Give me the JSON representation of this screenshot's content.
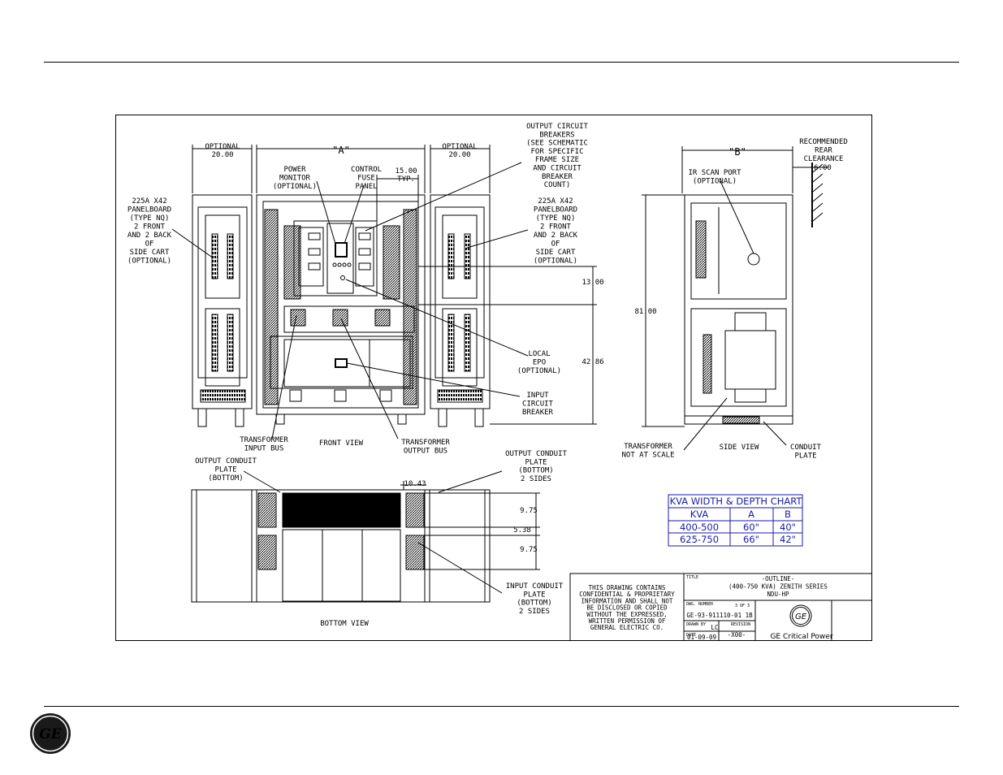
{
  "front_view": {
    "title": "FRONT VIEW",
    "dim_optional_left": "OPTIONAL",
    "dim_20_left": "20.00",
    "dim_a": "\"A\"",
    "dim_optional_right": "OPTIONAL",
    "dim_20_right": "20.00",
    "dim_15": "15.00",
    "dim_typ": "TYP.",
    "dim_13": "13.00",
    "dim_42": "42.86",
    "power_monitor": [
      "POWER",
      "MONITOR",
      "(OPTIONAL)"
    ],
    "control_fuse": [
      "CONTROL",
      "FUSE",
      "PANEL"
    ],
    "output_breakers": [
      "OUTPUT CIRCUIT",
      "BREAKERS",
      "(SEE SCHEMATIC",
      "FOR SPECIFIC",
      "FRAME SIZE",
      "AND CIRCUIT",
      "BREAKER",
      "COUNT)"
    ],
    "panelboard_left": [
      "225A X42",
      "PANELBOARD",
      "(TYPE NQ)",
      "2 FRONT",
      "AND 2 BACK",
      "OF",
      "SIDE CART",
      "(OPTIONAL)"
    ],
    "panelboard_right": [
      "225A X42",
      "PANELBOARD",
      "(TYPE NQ)",
      "2 FRONT",
      "AND 2 BACK",
      "OF",
      "SIDE CART",
      "(OPTIONAL)"
    ],
    "local_epo": [
      "LOCAL",
      "EPO",
      "(OPTIONAL)"
    ],
    "input_breaker": [
      "INPUT",
      "CIRCUIT",
      "BREAKER"
    ],
    "transformer_input_bus": [
      "TRANSFORMER",
      "INPUT BUS"
    ],
    "transformer_output_bus": [
      "TRANSFORMER",
      "OUTPUT BUS"
    ]
  },
  "side_view": {
    "title": "SIDE VIEW",
    "dim_b": "\"B\"",
    "rear_clearance": [
      "RECOMMENDED",
      "REAR",
      "CLEARANCE"
    ],
    "dim_6": "6.00",
    "ir_scan": [
      "IR SCAN PORT",
      "(OPTIONAL)"
    ],
    "dim_81": "81.00",
    "transformer_note": [
      "TRANSFORMER",
      "NOT AT SCALE"
    ],
    "conduit_plate": [
      "CONDUIT",
      "PLATE"
    ]
  },
  "bottom_view": {
    "title": "BOTTOM VIEW",
    "output_conduit_left": [
      "OUTPUT CONDUIT",
      "PLATE",
      "(BOTTOM)"
    ],
    "output_conduit_right": [
      "OUTPUT CONDUIT",
      "PLATE",
      "(BOTTOM)",
      "2 SIDES"
    ],
    "input_conduit": [
      "INPUT CONDUIT",
      "PLATE",
      "(BOTTOM)",
      "2 SIDES"
    ],
    "dim_1043": "10.43",
    "dim_975a": "9.75",
    "dim_538": "5.38",
    "dim_975b": "9.75"
  },
  "kva_chart": {
    "title": "KVA WIDTH & DEPTH CHART",
    "headers": [
      "KVA",
      "A",
      "B"
    ],
    "rows": [
      [
        "400-500",
        "60\"",
        "40\""
      ],
      [
        "625-750",
        "66\"",
        "42\""
      ]
    ],
    "color": "#1a1aa8"
  },
  "title_block": {
    "notice": [
      "THIS DRAWING CONTAINS",
      "CONFIDENTIAL & PROPRIETARY",
      "INFORMATION AND SHALL NOT",
      "BE DISCLOSED OR COPIED",
      "WITHOUT THE EXPRESSED,",
      "WRITTEN PERMISSION OF",
      "GENERAL ELECTRIC CO."
    ],
    "title_label": "TITLE",
    "title_lines": [
      "-OUTLINE-",
      "(400-750 KVA) ZENITH SERIES",
      "NDU-HP"
    ],
    "dwg_label": "DWG. NUMBER",
    "sheet": "3 OF 3",
    "dwg_number": "GE-93-911110-01 1B",
    "drawn_label": "DRAWN BY",
    "drawn_by": "LC",
    "revision_label": "REVISION",
    "revision": "-X00-",
    "date_label": "DATE",
    "date": "01-09-09",
    "brand": "GE Critical Power",
    "logo_text": "GE"
  },
  "footer": {
    "logo_text": "GE"
  }
}
